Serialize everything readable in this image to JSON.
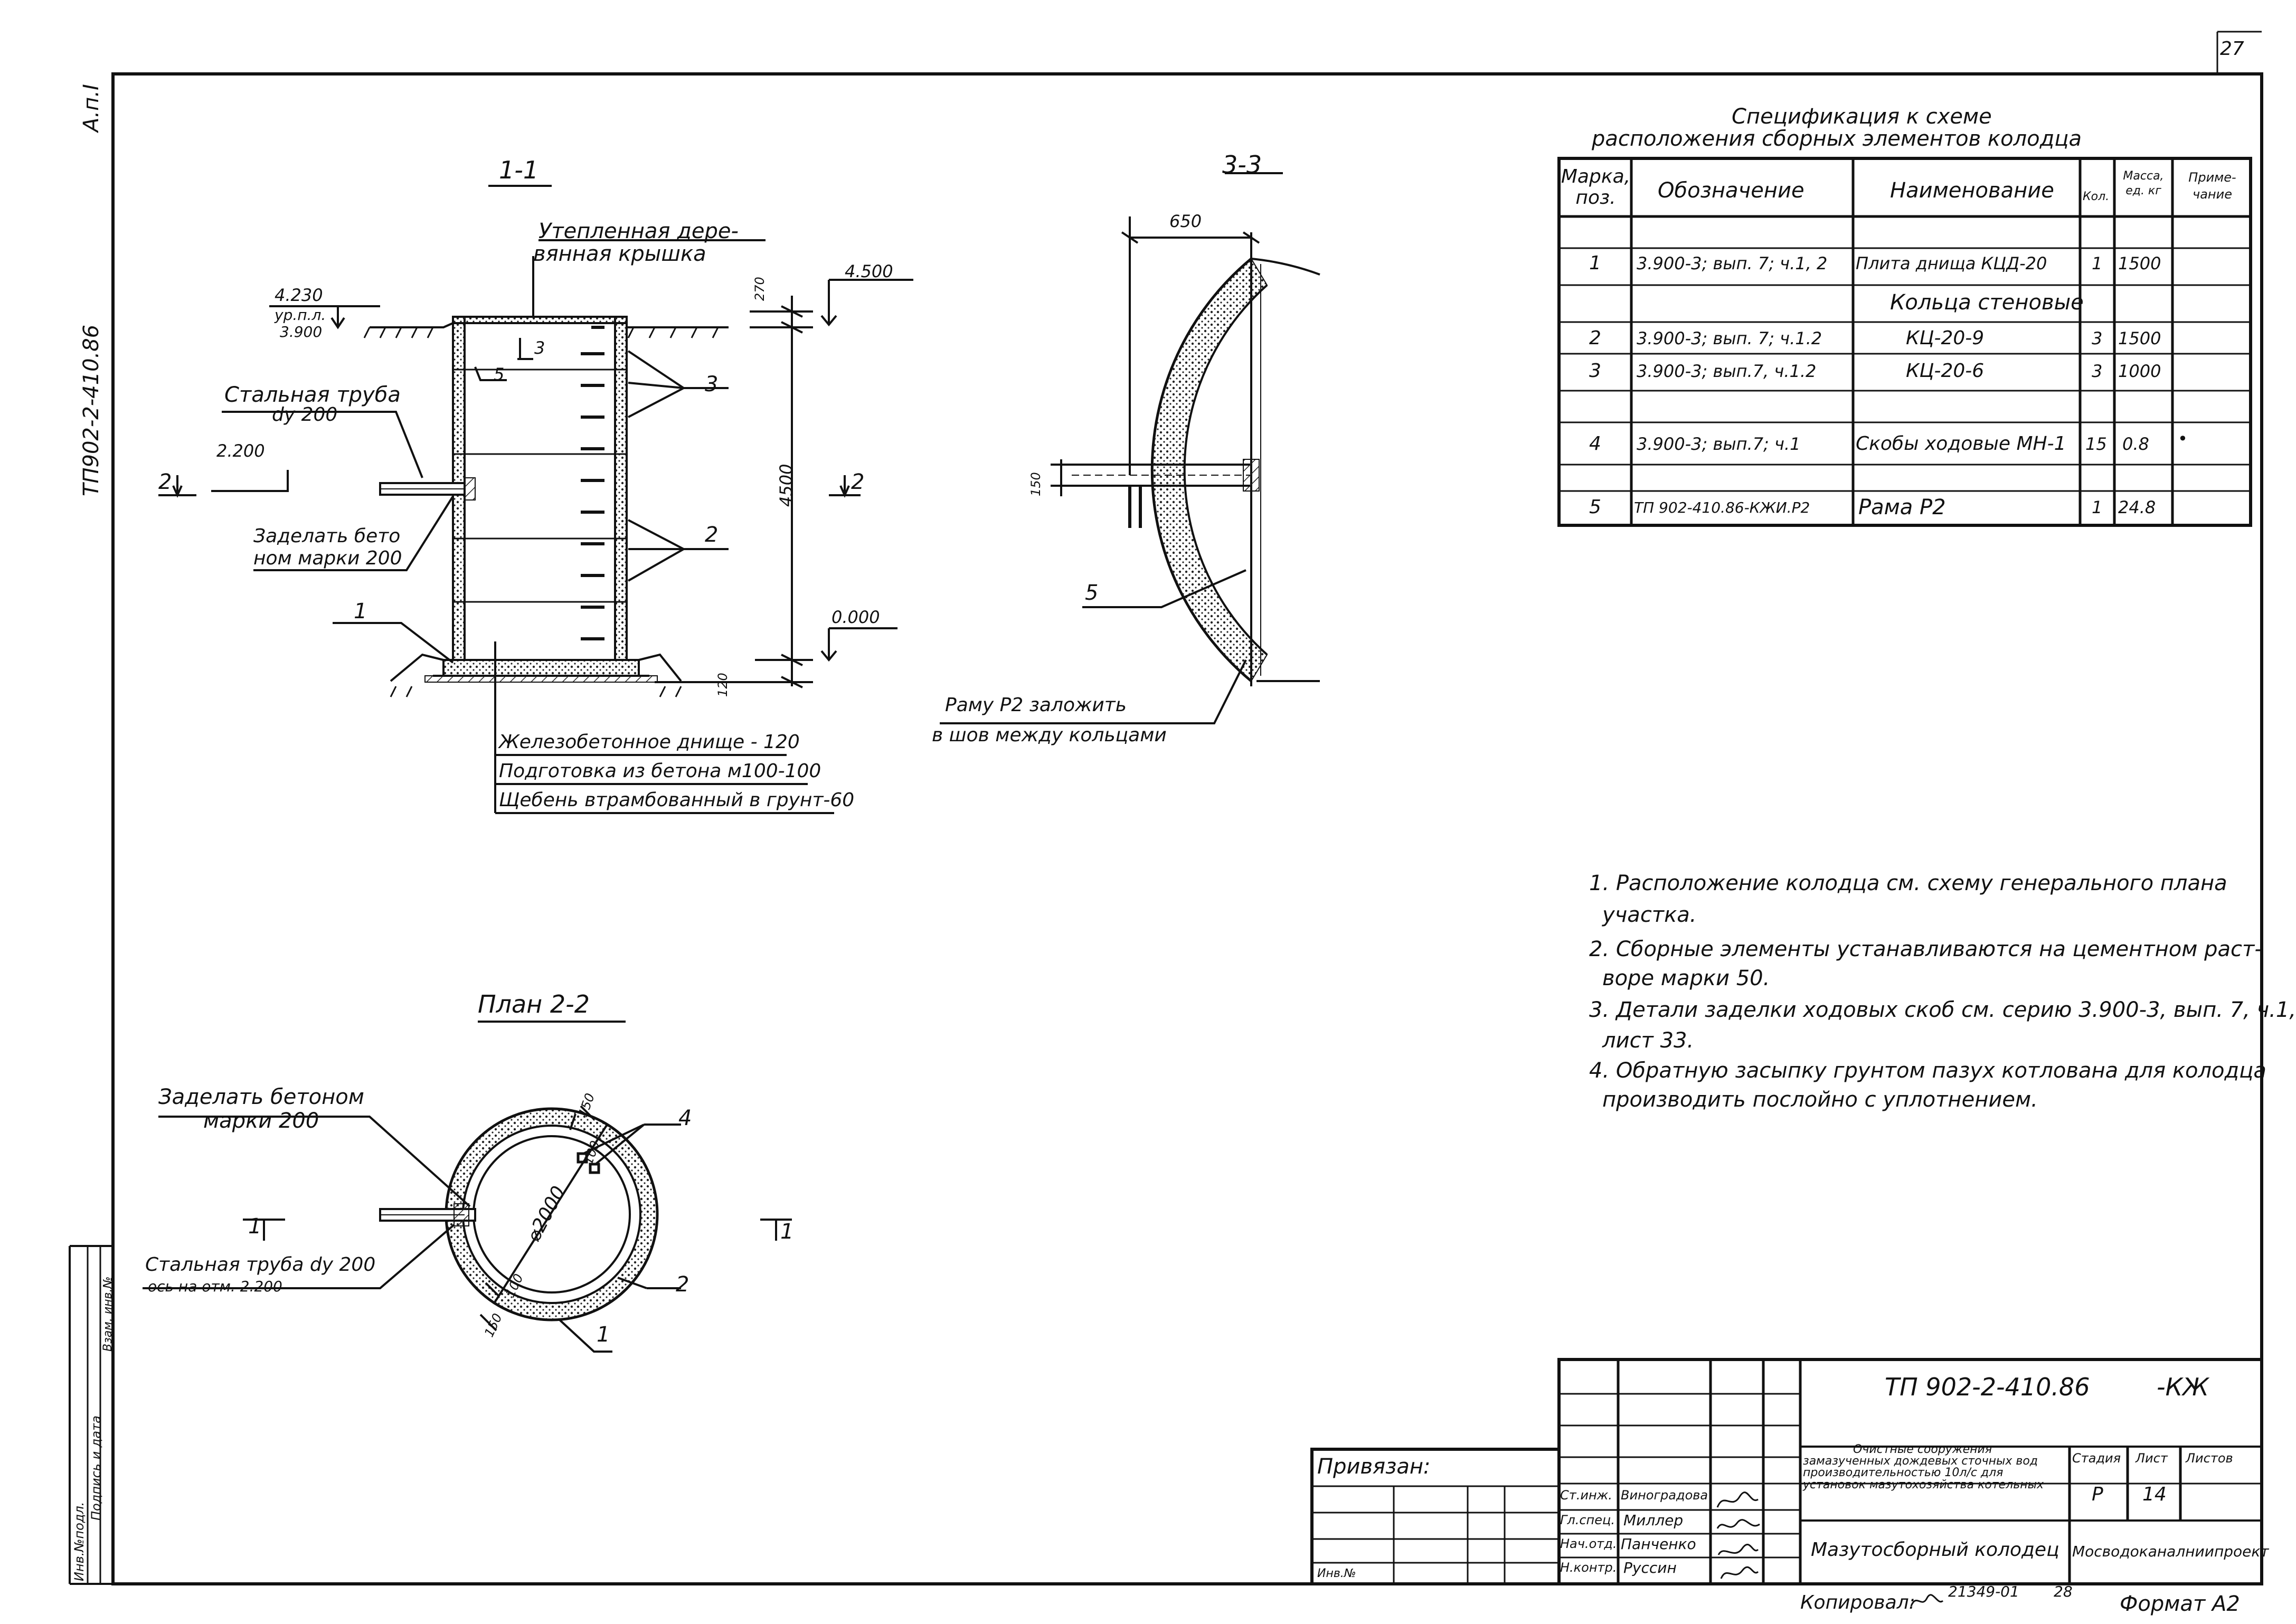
{
  "corner": {
    "sheet_mark": "А.п.I",
    "doc_code_vertical": "ТП902-2-410.86",
    "page_no": "27"
  },
  "left_strip": [
    "Инв.№подл.",
    "Подпись и дата",
    "Взам. инв.№"
  ],
  "section_1_1": {
    "title": "1-1",
    "cover_label_1": "Утепленная дере-",
    "cover_label_2": "вянная крышка",
    "elev_top": "4.230",
    "ground_label_1": "ур.п.л.",
    "ground_label_2": "3.900",
    "elev_right": "4.500",
    "dim_270": "270",
    "dim_4500": "4500",
    "dim_120": "120",
    "elev_zero": "0.000",
    "pipe_label_1": "Стальная труба",
    "pipe_label_2": "dy 200",
    "elev_pipe": "2.200",
    "concrete_label_1": "Заделать бето",
    "concrete_label_2": "ном марки 200",
    "mark_1": "1",
    "mark_2": "2",
    "mark_3": "3",
    "mark_3b": "3",
    "mark_5": "5",
    "cut_2_left": "2",
    "cut_2_right": "2",
    "layers": [
      "Железобетонное днище - 120",
      "Подготовка из бетона м100-100",
      "Щебень втрамбованный в грунт-60"
    ]
  },
  "section_3_3": {
    "title": "3-3",
    "dim_650": "650",
    "dim_150": "150",
    "mark_5": "5",
    "note_1": "Раму Р2 заложить",
    "note_2": "в шов между кольцами"
  },
  "plan_2_2": {
    "title": "План 2-2",
    "concrete_1": "Заделать бетоном",
    "concrete_2": "марки 200",
    "pipe_1": "Стальная труба dy 200",
    "pipe_2": "ось на отм. 2.200",
    "diameter": "⌀2000",
    "dim_100a": "100",
    "dim_100b": "100",
    "dim_150a": "150",
    "dim_150b": "150",
    "mark_4": "4",
    "mark_2": "2",
    "mark_1": "1",
    "cut_1_left": "1",
    "cut_1_right": "1"
  },
  "spec": {
    "title_1": "Спецификация к схеме",
    "title_2": "расположения сборных элементов колодца",
    "headers": [
      "Марка, поз.",
      "Обозначение",
      "Наименование",
      "Кол.",
      "Масса, ед. кг",
      "Приме- чание"
    ],
    "rows": [
      {
        "mark": "",
        "designation": "",
        "name": "",
        "qty": "",
        "mass": "",
        "note": ""
      },
      {
        "mark": "1",
        "designation": "3.900-3; вып. 7; ч.1, 2",
        "name": "Плита днища КЦД-20",
        "qty": "1",
        "mass": "1500",
        "note": ""
      },
      {
        "mark": "",
        "designation": "",
        "name": "Кольца стеновые",
        "qty": "",
        "mass": "",
        "note": ""
      },
      {
        "mark": "2",
        "designation": "3.900-3; вып. 7; ч.1.2",
        "name": "КЦ-20-9",
        "qty": "3",
        "mass": "1500",
        "note": ""
      },
      {
        "mark": "3",
        "designation": "3.900-3; вып.7, ч.1.2",
        "name": "КЦ-20-6",
        "qty": "3",
        "mass": "1000",
        "note": ""
      },
      {
        "mark": "",
        "designation": "",
        "name": "",
        "qty": "",
        "mass": "",
        "note": ""
      },
      {
        "mark": "4",
        "designation": "3.900-3; вып.7; ч.1",
        "name": "Скобы ходовые МН-1",
        "qty": "15",
        "mass": "0.8",
        "note": "•"
      },
      {
        "mark": "",
        "designation": "",
        "name": "",
        "qty": "",
        "mass": "",
        "note": ""
      },
      {
        "mark": "5",
        "designation": "ТП 902-410.86-КЖИ.Р2",
        "name": "Рама Р2",
        "qty": "1",
        "mass": "24.8",
        "note": ""
      }
    ]
  },
  "notes": [
    "1. Расположение колодца см. схему генерального плана",
    "участка.",
    "2. Сборные элементы устанавливаются на цементном раст-",
    "воре марки 50.",
    "3. Детали заделки ходовых скоб см. серию 3.900-3, вып. 7, ч.1,",
    "лист 33.",
    "4. Обратную засыпку грунтом пазух котлована для колодца",
    "производить послойно с уплотнением."
  ],
  "stamp": {
    "code": "ТП 902-2-410.86",
    "suffix": "-КЖ",
    "project_1": "Очистные сооружения",
    "project_2": "замазученных дождевых сточных вод",
    "project_3": "производительностью 10л/с для",
    "project_4": "установок мазутохозяйства котельных",
    "stage_h": "Стадия",
    "sheet_h": "Лист",
    "sheets_h": "Листов",
    "stage": "Р",
    "sheet": "14",
    "sheets": "",
    "drawing_title": "Мазутосборный колодец",
    "org": "Мосводоканалниипроект",
    "roles": [
      "Ст.инж.",
      "Гл.спец.",
      "Нач.отд.",
      "Н.контр."
    ],
    "names": [
      "Виноградова",
      "Миллер",
      "Панченко",
      "Руссин"
    ],
    "bound": "Привязан:",
    "inv": "Инв.№"
  },
  "footer": {
    "copied": "Копировал:",
    "order": "21349-01",
    "sheet_num": "28",
    "format": "Формат А2"
  }
}
